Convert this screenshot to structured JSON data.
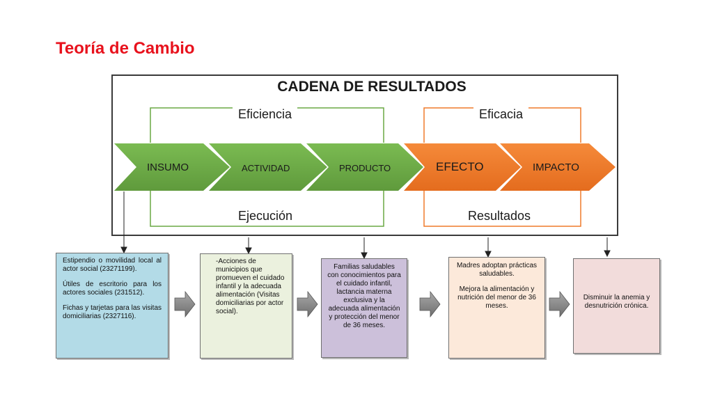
{
  "page_title": "Teoría de Cambio",
  "chain": {
    "title": "CADENA DE RESULTADOS",
    "groups": {
      "eficiencia": "Eficiencia",
      "eficacia": "Eficacia",
      "ejecucion": "Ejecución",
      "resultados": "Resultados"
    },
    "stages": [
      "INSUMO",
      "ACTIVIDAD",
      "PRODUCTO",
      "EFECTO",
      "IMPACTO"
    ]
  },
  "colors": {
    "title_red": "#e8121d",
    "green": "#6aa844",
    "orange": "#ef7a2a",
    "box_blue": "#b3dbe7",
    "box_green": "#ebf1de",
    "box_purple": "#ccc0da",
    "box_peach": "#fce9da",
    "box_pink": "#f2dcdb"
  },
  "boxes": {
    "insumo": {
      "p1": "Estipendio o movilidad local al actor social (23271199).",
      "p2": "Útiles de escritorio para los actores sociales (231512).",
      "p3": "Fichas y tarjetas para las visitas domiciliarias (2327116)."
    },
    "actividad": {
      "p1": "-Acciones de municipios que promueven el cuidado infantil y la adecuada alimentación (Visitas domiciliarias por actor social)."
    },
    "producto": {
      "p1": "Familias saludables con conocimientos para el cuidado infantil, lactancia materna exclusiva y la adecuada alimentación y protección del menor de 36 meses."
    },
    "efecto": {
      "p1": "Madres adoptan prácticas saludables.",
      "p2": "Mejora la alimentación y nutrición del menor de 36 meses."
    },
    "impacto": {
      "p1": "Disminuir la anemia y desnutrición crónica."
    }
  }
}
